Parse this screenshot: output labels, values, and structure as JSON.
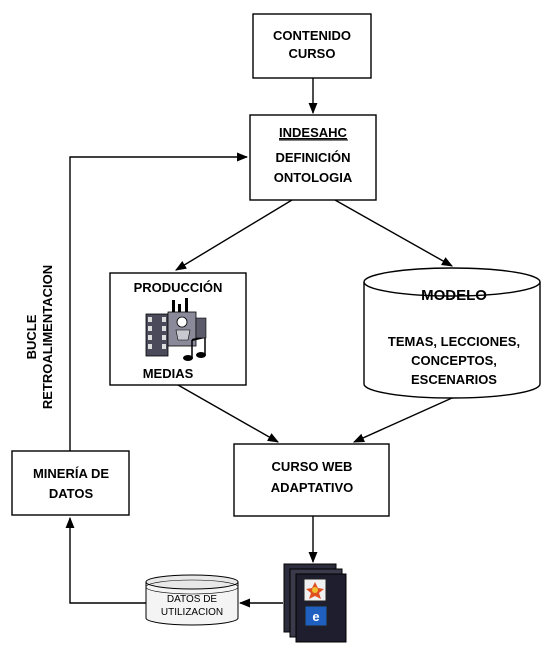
{
  "nodes": {
    "contenido": {
      "line1": "CONTENIDO",
      "line2": "CURSO"
    },
    "indesahc": {
      "title": "INDESAHC",
      "line1": "DEFINICIÓN",
      "line2": "ONTOLOGIA"
    },
    "produccion": {
      "title": "PRODUCCIÓN",
      "subtitle": "MEDIAS",
      "icon": "film-media-icon"
    },
    "modelo": {
      "title": "MODELO",
      "line1": "TEMAS, LECCIONES,",
      "line2": "CONCEPTOS,",
      "line3": "ESCENARIOS"
    },
    "curso_web": {
      "line1": "CURSO WEB",
      "line2": "ADAPTATIVO"
    },
    "mineria": {
      "line1": "MINERÍA DE",
      "line2": "DATOS"
    },
    "datos_utilizacion": {
      "line1": "DATOS DE",
      "line2": "UTILIZACION"
    },
    "web_pages": {
      "icon": "web-pages-icon"
    }
  },
  "feedback_label": {
    "line1": "BUCLE",
    "line2": "RETROALIMENTACION"
  },
  "colors": {
    "stroke": "#000000",
    "background": "#ffffff",
    "icon_blue": "#1f5fbf",
    "icon_dark": "#3a3a4a"
  }
}
